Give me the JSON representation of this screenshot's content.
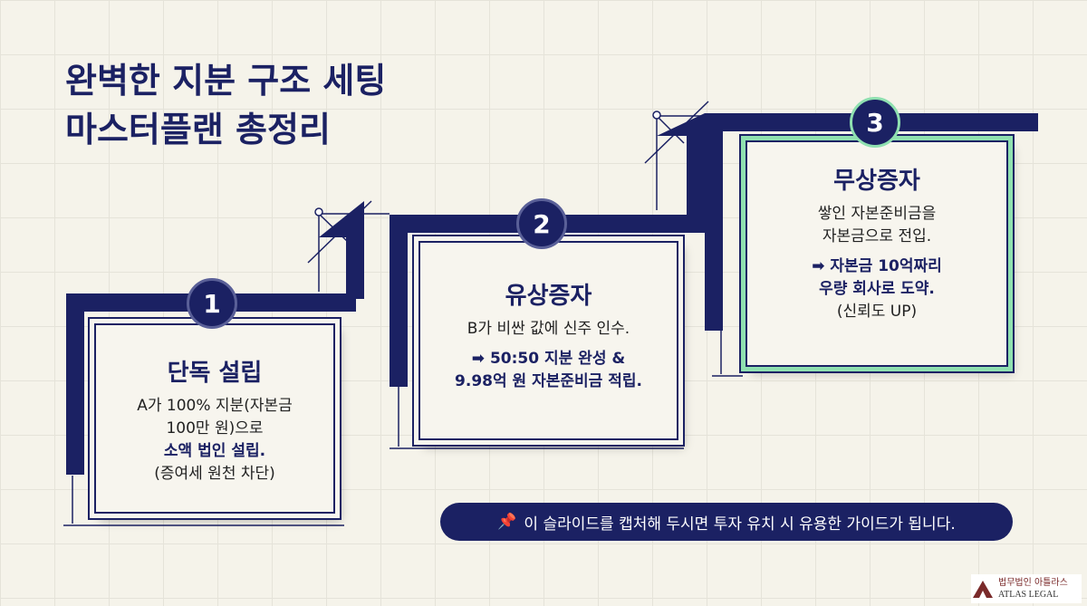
{
  "title": {
    "line1": "완벽한 지분 구조 세팅",
    "line2": "마스터플랜 총정리"
  },
  "steps": [
    {
      "number": "1",
      "heading": "단독 설립",
      "lines": [
        "A가 100% 지분(자본금",
        "100만 원)으로"
      ],
      "bold": [
        "소액 법인 설립."
      ],
      "tail": "(증여세 원천 차단)"
    },
    {
      "number": "2",
      "heading": "유상증자",
      "lines": [
        "B가 비싼 값에 신주 인수."
      ],
      "bold": [
        "➡ 50:50 지분 완성 &",
        "9.98억 원 자본준비금 적립."
      ],
      "tail": ""
    },
    {
      "number": "3",
      "heading": "무상증자",
      "lines": [
        "쌓인 자본준비금을",
        "자본금으로 전입."
      ],
      "bold": [
        "➡ 자본금 10억짜리",
        "우량 회사로 도약."
      ],
      "tail": "(신뢰도 UP)"
    }
  ],
  "note": {
    "icon": "pushpin-icon",
    "text": "이 슬라이드를 캡처해 두시면 투자 유치 시 유용한 가이드가 됩니다."
  },
  "logo": {
    "korean": "법무법인 아틀라스",
    "english": "ATLAS LEGAL"
  },
  "colors": {
    "navy": "#1b2163",
    "accent_green": "#8fe0b0",
    "background": "#f5f3ea"
  }
}
